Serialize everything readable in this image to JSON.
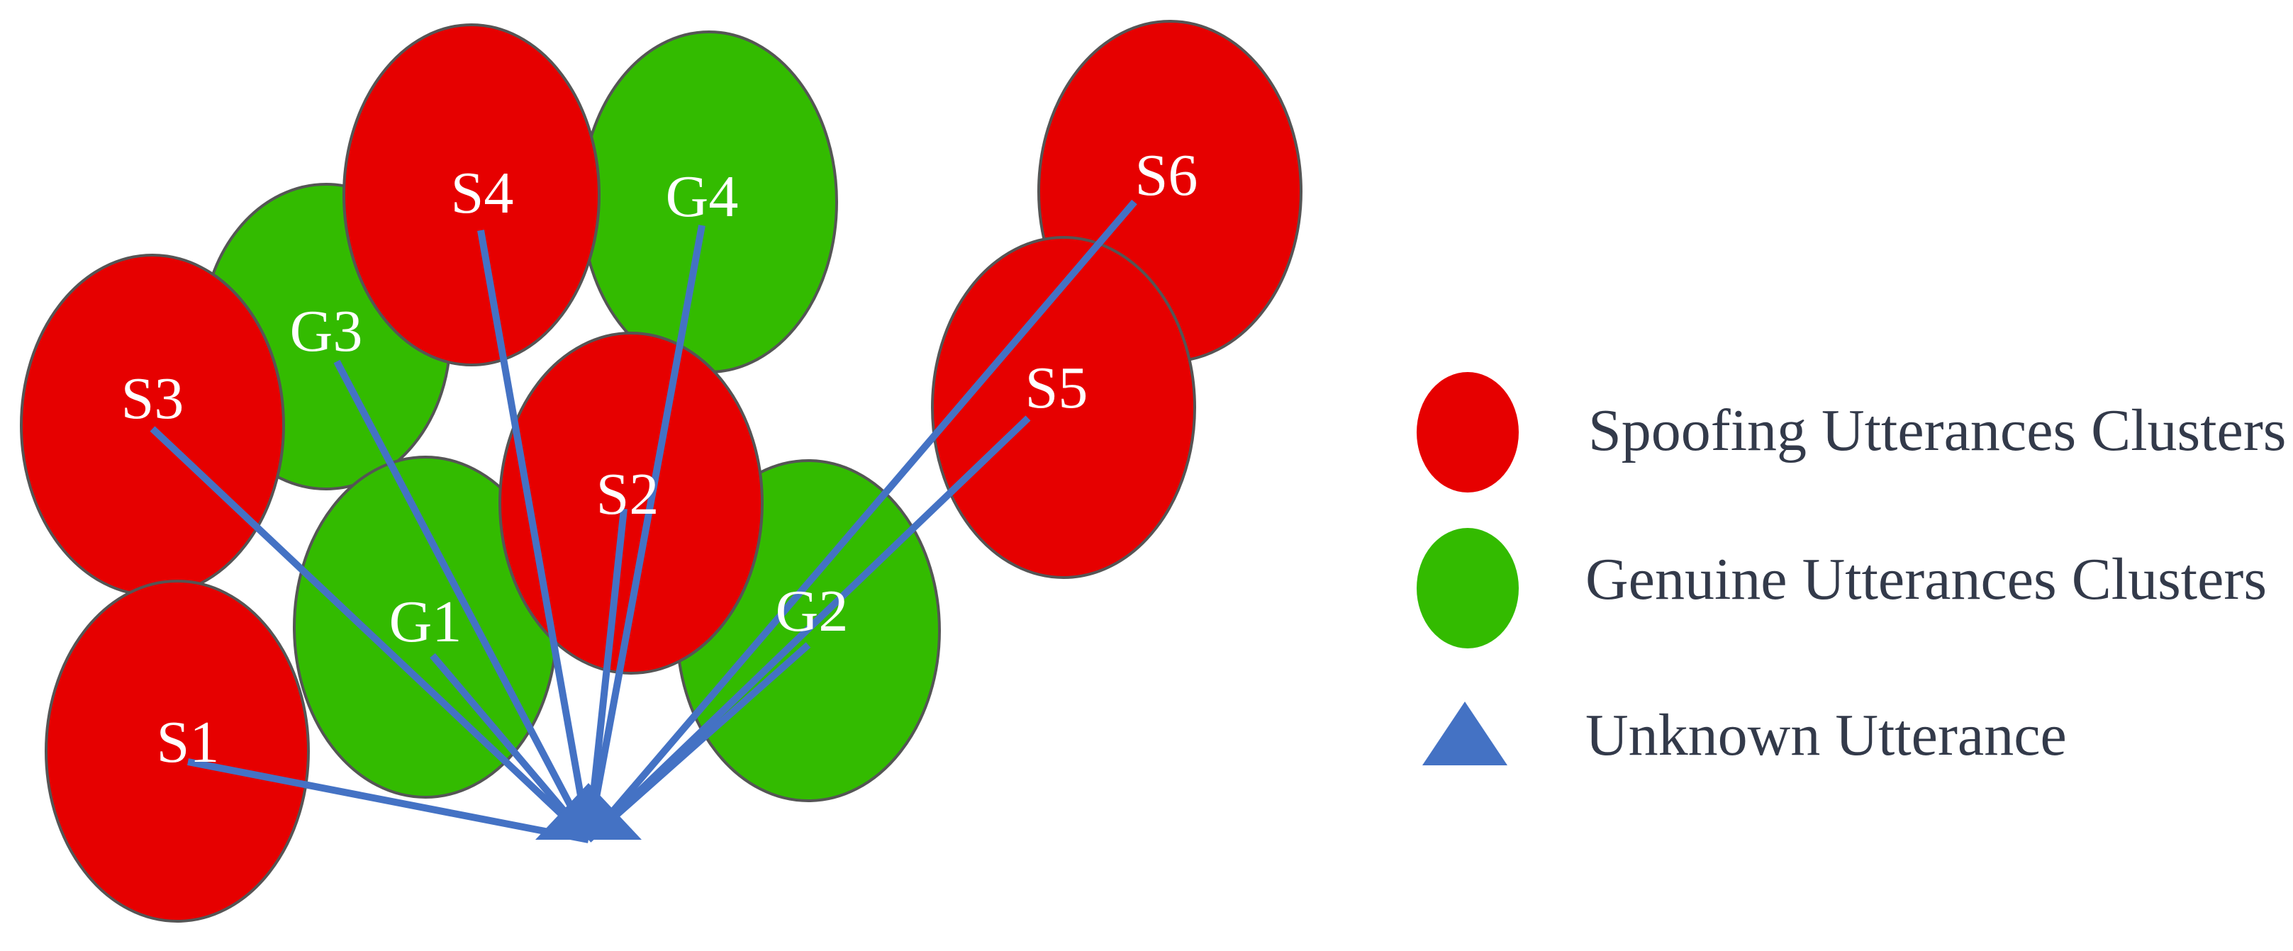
{
  "colors": {
    "spoofing": "#e60000",
    "genuine": "#33bb00",
    "unknown": "#4472c4",
    "outline": "#555555"
  },
  "clusters": [
    {
      "id": "S6",
      "kind": "spoofing",
      "label": "S6"
    },
    {
      "id": "S5",
      "kind": "spoofing",
      "label": "S5"
    },
    {
      "id": "G3",
      "kind": "genuine",
      "label": "G3"
    },
    {
      "id": "G4",
      "kind": "genuine",
      "label": "G4"
    },
    {
      "id": "S4",
      "kind": "spoofing",
      "label": "S4"
    },
    {
      "id": "S3",
      "kind": "spoofing",
      "label": "S3"
    },
    {
      "id": "G2",
      "kind": "genuine",
      "label": "G2"
    },
    {
      "id": "G1",
      "kind": "genuine",
      "label": "G1"
    },
    {
      "id": "S2",
      "kind": "spoofing",
      "label": "S2"
    },
    {
      "id": "S1",
      "kind": "spoofing",
      "label": "S1"
    }
  ],
  "unknown_point": {
    "icon": "triangle-icon"
  },
  "legend": {
    "spoofing": {
      "label": "Spoofing Utterances Clusters",
      "icon": "red-circle-icon"
    },
    "genuine": {
      "label": "Genuine Utterances Clusters",
      "icon": "green-circle-icon"
    },
    "unknown": {
      "label": "Unknown Utterance",
      "icon": "blue-triangle-icon"
    }
  }
}
